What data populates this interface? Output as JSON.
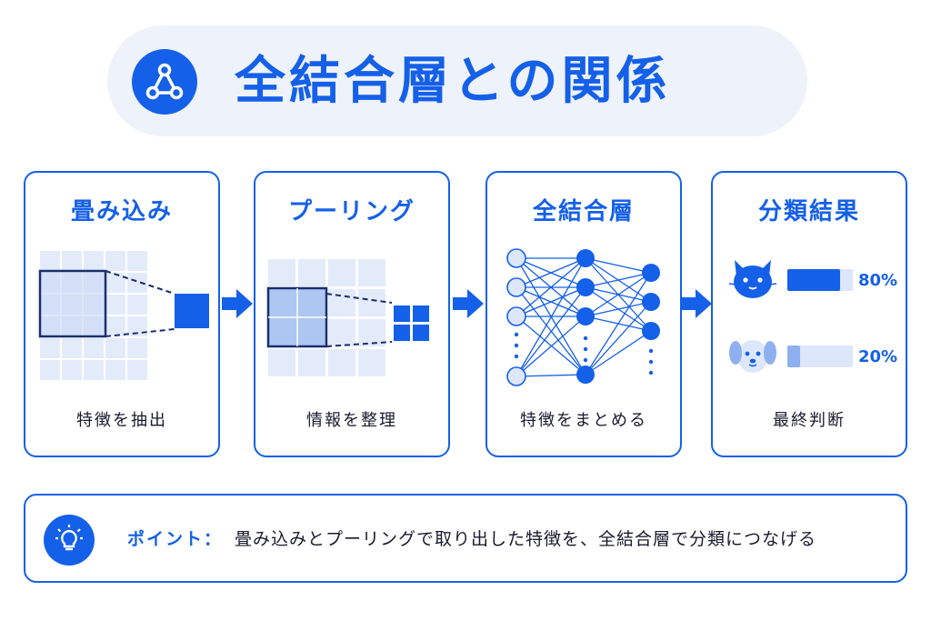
{
  "title": "全結合層との関係",
  "cards": [
    {
      "title": "畳み込み",
      "caption": "特徴を抽出"
    },
    {
      "title": "プーリング",
      "caption": "情報を整理"
    },
    {
      "title": "全結合層",
      "caption": "特徴をまとめる"
    },
    {
      "title": "分類結果",
      "caption": "最終判断"
    }
  ],
  "results": [
    {
      "icon": "cat-icon",
      "percent_label": "80%",
      "fraction": 0.8
    },
    {
      "icon": "dog-icon",
      "percent_label": "20%",
      "fraction": 0.2
    }
  ],
  "tip": {
    "label": "ポイント：",
    "text": "畳み込みとプーリングで取り出した特徴を、全結合層で分類につなげる"
  },
  "colors": {
    "accent": "#1560e8",
    "light": "#dde7fb",
    "pill_bg": "#eef2fb"
  }
}
